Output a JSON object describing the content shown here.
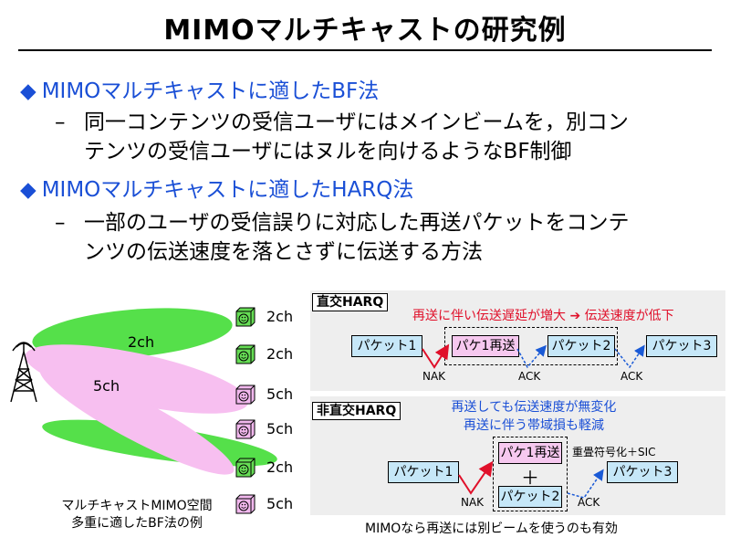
{
  "title": "MIMOマルチキャストの研究例",
  "bullets": [
    {
      "heading": "MIMOマルチキャストに適したBF法",
      "sub_lines": [
        "同一コンテンツの受信ユーザにはメインビームを，別コン",
        "テンツの受信ユーザにはヌルを向けるようなBF制御"
      ]
    },
    {
      "heading": "MIMOマルチキャストに適したHARQ法",
      "sub_lines": [
        "一部のユーザの受信誤りに対応した再送パケットをコンテ",
        "ンツの伝送速度を落とさずに伝送する方法"
      ]
    }
  ],
  "bullet_marker": "◆",
  "dash_marker": "–",
  "beam_diagram": {
    "beam_2ch_label": "2ch",
    "beam_5ch_label": "5ch",
    "users": [
      {
        "channel": "2ch",
        "color": "#66dd55"
      },
      {
        "channel": "2ch",
        "color": "#66dd55"
      },
      {
        "channel": "5ch",
        "color": "#f2b8ee"
      },
      {
        "channel": "5ch",
        "color": "#f2b8ee"
      },
      {
        "channel": "2ch",
        "color": "#66dd55"
      },
      {
        "channel": "5ch",
        "color": "#f2b8ee"
      }
    ],
    "caption_line1": "マルチキャストMIMO空間",
    "caption_line2": "多重に適したBF法の例"
  },
  "orthogonal": {
    "tag": "直交HARQ",
    "note_left": "再送に伴い伝送遅延が増大",
    "note_arrow": "➔",
    "note_right": "伝送速度が低下",
    "packet1": "パケット1",
    "retx": "パケ1再送",
    "packet2": "パケット2",
    "packet3": "パケット3",
    "nak": "NAK",
    "ack1": "ACK",
    "ack2": "ACK"
  },
  "non_orthogonal": {
    "tag": "非直交HARQ",
    "note_line1": "再送しても伝送速度が無変化",
    "note_line2": "再送に伴う帯域損も軽減",
    "packet1": "パケット1",
    "retx": "パケ1再送",
    "plus": "＋",
    "packet2": "パケット2",
    "packet3": "パケット3",
    "coding": "重畳符号化＋SIC",
    "nak": "NAK",
    "ack": "ACK"
  },
  "caption_right": "MIMOなら再送には別ビームを使うのも有効",
  "colors": {
    "bullet_blue": "#1a4fd6",
    "note_red": "#e0102a",
    "beam_green": "#55e04a",
    "beam_pink": "#f7bff0",
    "box_blue": "#c6e7f8",
    "box_pink": "#f6c8ef"
  }
}
